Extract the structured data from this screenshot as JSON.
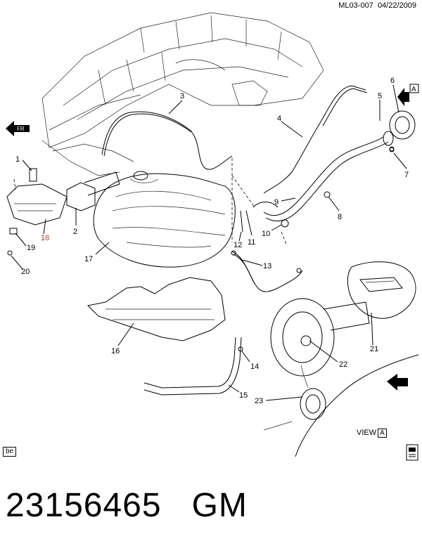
{
  "header": {
    "code": "ML03-007",
    "date": "04/22/2009"
  },
  "part_number": "23156465",
  "brand": "GM",
  "view_label": {
    "text": "VIEW",
    "letter": "A"
  },
  "fr_arrow": {
    "text": "FR"
  },
  "view_arrow_letter": "A",
  "footer_tag": "be",
  "callouts": [
    {
      "id": "1",
      "label": "1"
    },
    {
      "id": "2",
      "label": "2"
    },
    {
      "id": "3",
      "label": "3"
    },
    {
      "id": "4",
      "label": "4"
    },
    {
      "id": "5",
      "label": "5"
    },
    {
      "id": "6",
      "label": "6"
    },
    {
      "id": "7",
      "label": "7"
    },
    {
      "id": "8",
      "label": "8"
    },
    {
      "id": "9",
      "label": "9"
    },
    {
      "id": "10",
      "label": "10"
    },
    {
      "id": "11",
      "label": "11"
    },
    {
      "id": "12",
      "label": "12"
    },
    {
      "id": "13",
      "label": "13"
    },
    {
      "id": "14",
      "label": "14"
    },
    {
      "id": "15",
      "label": "15"
    },
    {
      "id": "16",
      "label": "16"
    },
    {
      "id": "17",
      "label": "17"
    },
    {
      "id": "18",
      "label": "18",
      "highlight": true
    },
    {
      "id": "19",
      "label": "19"
    },
    {
      "id": "20",
      "label": "20"
    },
    {
      "id": "21",
      "label": "21"
    },
    {
      "id": "22",
      "label": "22"
    },
    {
      "id": "23",
      "label": "23"
    }
  ],
  "colors": {
    "line": "#000000",
    "highlight": "#c0392b",
    "background": "#ffffff"
  }
}
